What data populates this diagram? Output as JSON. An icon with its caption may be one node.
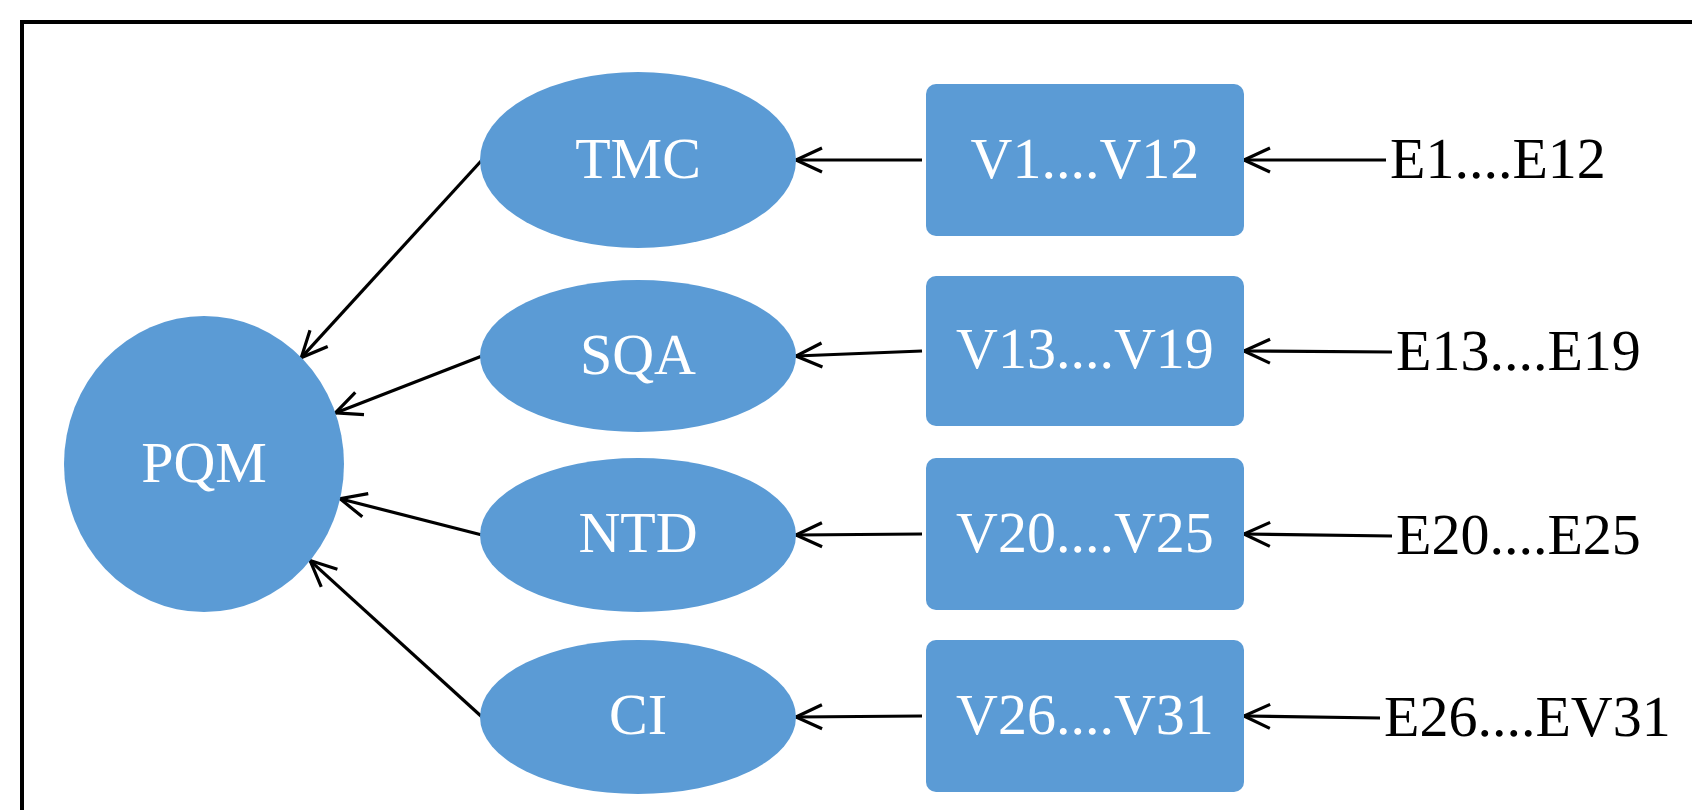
{
  "diagram": {
    "nodes": [
      {
        "text": [
          "PQM"
        ]
      },
      {
        "text": [
          "TMC"
        ]
      },
      {
        "text": [
          "SQA"
        ]
      },
      {
        "text": [
          "NTD"
        ]
      },
      {
        "text": [
          "CI"
        ]
      },
      {
        "text": [
          "V1....V12"
        ]
      },
      {
        "text": [
          "V13....V19"
        ]
      },
      {
        "text": [
          "V20....V25"
        ]
      },
      {
        "text": [
          "V26....V31"
        ]
      },
      {
        "text": [
          "E1....E12"
        ]
      },
      {
        "text": [
          "E13....E19"
        ]
      },
      {
        "text": [
          "E20....E25"
        ]
      },
      {
        "text": [
          "E26....EV31"
        ]
      }
    ],
    "edges": [
      {
        "from": 1,
        "to": 0,
        "arrow": "to"
      },
      {
        "from": 2,
        "to": 0,
        "arrow": "to"
      },
      {
        "from": 3,
        "to": 0,
        "arrow": "to"
      },
      {
        "from": 4,
        "to": 0,
        "arrow": "to"
      },
      {
        "from": 5,
        "to": 1,
        "arrow": "to"
      },
      {
        "from": 6,
        "to": 2,
        "arrow": "to"
      },
      {
        "from": 7,
        "to": 3,
        "arrow": "to"
      },
      {
        "from": 8,
        "to": 4,
        "arrow": "to"
      },
      {
        "from": 9,
        "to": 5,
        "arrow": "to"
      },
      {
        "from": 10,
        "to": 6,
        "arrow": "to"
      },
      {
        "from": 11,
        "to": 7,
        "arrow": "to"
      },
      {
        "from": 12,
        "to": 8,
        "arrow": "to"
      }
    ]
  }
}
